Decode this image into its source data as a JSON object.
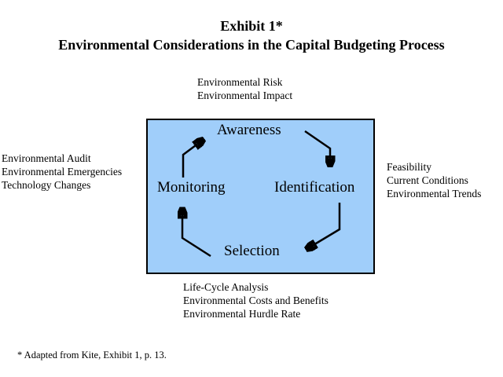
{
  "title": {
    "line1": "Exhibit 1*",
    "line2": "Environmental Considerations in the Capital Budgeting Process"
  },
  "annotations": {
    "top": [
      "Environmental Risk",
      "Environmental Impact"
    ],
    "left": [
      "Environmental Audit",
      "Environmental Emergencies",
      "Technology Changes"
    ],
    "right": [
      "Feasibility",
      "Current Conditions",
      "Environmental Trends"
    ],
    "bottom": [
      "Life-Cycle Analysis",
      "Environmental Costs and Benefits",
      "Environmental Hurdle Rate"
    ]
  },
  "cycle": {
    "stages": [
      "Awareness",
      "Identification",
      "Selection",
      "Monitoring"
    ]
  },
  "footnote": "* Adapted from Kite, Exhibit 1, p. 13.",
  "colors": {
    "background": "#FFFFFF",
    "text": "#000000",
    "box_fill": "#A0CEFA",
    "box_border": "#000000",
    "arrow": "#000000"
  }
}
